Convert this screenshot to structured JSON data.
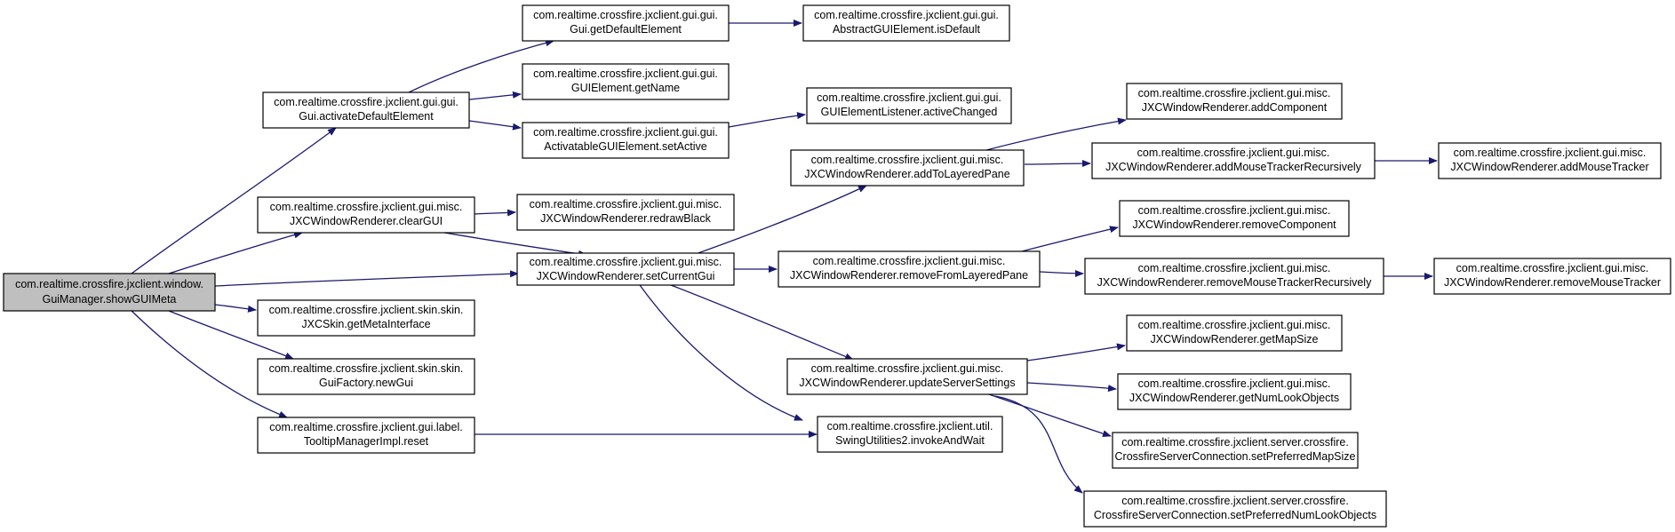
{
  "colors": {
    "edge": "#191970",
    "root_fill": "#bfbfbf",
    "node_fill": "#ffffff",
    "node_border": "#000000"
  },
  "nodes": {
    "root": {
      "line1": "com.realtime.crossfire.jxclient.window.",
      "line2": "GuiManager.showGUIMeta"
    },
    "gui_activate": {
      "line1": "com.realtime.crossfire.jxclient.gui.gui.",
      "line2": "Gui.activateDefaultElement"
    },
    "clear_gui": {
      "line1": "com.realtime.crossfire.jxclient.gui.misc.",
      "line2": "JXCWindowRenderer.clearGUI"
    },
    "get_meta": {
      "line1": "com.realtime.crossfire.jxclient.skin.skin.",
      "line2": "JXCSkin.getMetaInterface"
    },
    "new_gui": {
      "line1": "com.realtime.crossfire.jxclient.skin.skin.",
      "line2": "GuiFactory.newGui"
    },
    "tooltip_reset": {
      "line1": "com.realtime.crossfire.jxclient.gui.label.",
      "line2": "TooltipManagerImpl.reset"
    },
    "get_default": {
      "line1": "com.realtime.crossfire.jxclient.gui.gui.",
      "line2": "Gui.getDefaultElement"
    },
    "get_name": {
      "line1": "com.realtime.crossfire.jxclient.gui.gui.",
      "line2": "GUIElement.getName"
    },
    "set_active": {
      "line1": "com.realtime.crossfire.jxclient.gui.gui.",
      "line2": "ActivatableGUIElement.setActive"
    },
    "redraw_black": {
      "line1": "com.realtime.crossfire.jxclient.gui.misc.",
      "line2": "JXCWindowRenderer.redrawBlack"
    },
    "set_current_gui": {
      "line1": "com.realtime.crossfire.jxclient.gui.misc.",
      "line2": "JXCWindowRenderer.setCurrentGui"
    },
    "is_default": {
      "line1": "com.realtime.crossfire.jxclient.gui.gui.",
      "line2": "AbstractGUIElement.isDefault"
    },
    "active_changed": {
      "line1": "com.realtime.crossfire.jxclient.gui.gui.",
      "line2": "GUIElementListener.activeChanged"
    },
    "add_layered": {
      "line1": "com.realtime.crossfire.jxclient.gui.misc.",
      "line2": "JXCWindowRenderer.addToLayeredPane"
    },
    "remove_layered": {
      "line1": "com.realtime.crossfire.jxclient.gui.misc.",
      "line2": "JXCWindowRenderer.removeFromLayeredPane"
    },
    "update_server": {
      "line1": "com.realtime.crossfire.jxclient.gui.misc.",
      "line2": "JXCWindowRenderer.updateServerSettings"
    },
    "invoke_wait": {
      "line1": "com.realtime.crossfire.jxclient.util.",
      "line2": "SwingUtilities2.invokeAndWait"
    },
    "add_component": {
      "line1": "com.realtime.crossfire.jxclient.gui.misc.",
      "line2": "JXCWindowRenderer.addComponent"
    },
    "add_mouse_rec": {
      "line1": "com.realtime.crossfire.jxclient.gui.misc.",
      "line2": "JXCWindowRenderer.addMouseTrackerRecursively"
    },
    "add_mouse": {
      "line1": "com.realtime.crossfire.jxclient.gui.misc.",
      "line2": "JXCWindowRenderer.addMouseTracker"
    },
    "remove_component": {
      "line1": "com.realtime.crossfire.jxclient.gui.misc.",
      "line2": "JXCWindowRenderer.removeComponent"
    },
    "remove_mouse_rec": {
      "line1": "com.realtime.crossfire.jxclient.gui.misc.",
      "line2": "JXCWindowRenderer.removeMouseTrackerRecursively"
    },
    "remove_mouse": {
      "line1": "com.realtime.crossfire.jxclient.gui.misc.",
      "line2": "JXCWindowRenderer.removeMouseTracker"
    },
    "get_map_size": {
      "line1": "com.realtime.crossfire.jxclient.gui.misc.",
      "line2": "JXCWindowRenderer.getMapSize"
    },
    "get_num_look": {
      "line1": "com.realtime.crossfire.jxclient.gui.misc.",
      "line2": "JXCWindowRenderer.getNumLookObjects"
    },
    "set_pref_map": {
      "line1": "com.realtime.crossfire.jxclient.server.crossfire.",
      "line2": "CrossfireServerConnection.setPreferredMapSize"
    },
    "set_pref_look": {
      "line1": "com.realtime.crossfire.jxclient.server.crossfire.",
      "line2": "CrossfireServerConnection.setPreferredNumLookObjects"
    }
  }
}
